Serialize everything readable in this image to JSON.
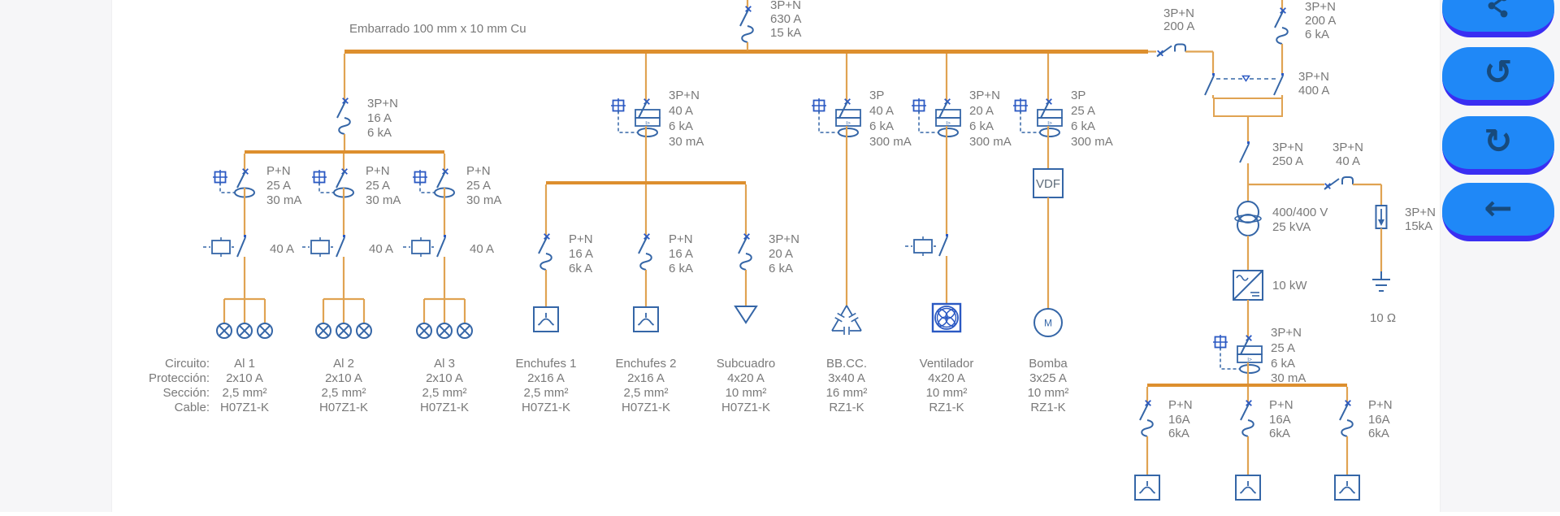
{
  "colors": {
    "bus": "#dd8f2e",
    "wire": "#e0a352",
    "sym": "#3566a7",
    "accent": "#2b59c3",
    "text": "#797979",
    "vdf_text": "#5d6b79",
    "button": "#1f88f7",
    "button_edge": "#3a2ef2",
    "icon": "#174a7c",
    "gutter": "#f6f6f8"
  },
  "diagram": {
    "busbar_label": "Embarrado 100 mm x 10 mm Cu",
    "incomer": [
      "3P+N",
      "630 A",
      "15 kA"
    ],
    "marks": {
      "relay": "I>",
      "motor": "M"
    },
    "lighting": {
      "feeder": [
        "3P+N",
        "16 A",
        "6 kA"
      ],
      "rcd": [
        "P+N",
        "25 A",
        "30 mA"
      ],
      "contactor": "40 A"
    },
    "sockets": {
      "feeder": [
        "3P+N",
        "40 A",
        "6 kA",
        "30 mA"
      ],
      "branches": [
        [
          "P+N",
          "16 A",
          "6k A"
        ],
        [
          "P+N",
          "16 A",
          "6 kA"
        ],
        [
          "3P+N",
          "20 A",
          "6 kA"
        ]
      ]
    },
    "motors": [
      {
        "label": [
          "3P",
          "40 A",
          "6 kA",
          "300 mA"
        ],
        "load": "capacitor-bank"
      },
      {
        "label": [
          "3P+N",
          "20 A",
          "6 kA",
          "300 mA"
        ],
        "load": "fan"
      },
      {
        "label": [
          "3P",
          "25 A",
          "6 kA",
          "300 mA"
        ],
        "load": "motor",
        "box": "VDF"
      }
    ],
    "right": {
      "grid_switch": [
        "3P+N",
        "200 A"
      ],
      "gen_incomer": [
        "3P+N",
        "200 A",
        "6 kA"
      ],
      "transfer": [
        "3P+N",
        "400 A"
      ],
      "main_switch": [
        "3P+N",
        "250 A"
      ],
      "spd_switch": [
        "3P+N",
        "40 A"
      ],
      "spd": [
        "3P+N",
        "15kA"
      ],
      "earth": "10 Ω",
      "transformer": [
        "400/400 V",
        "25 kVA"
      ],
      "inverter": "10 kW",
      "rcbo": [
        "3P+N",
        "25 A",
        "6 kA",
        "30 mA"
      ],
      "branches": [
        [
          "P+N",
          "16A",
          "6kA"
        ],
        [
          "P+N",
          "16A",
          "6kA"
        ],
        [
          "P+N",
          "16A",
          "6kA"
        ]
      ]
    },
    "table": {
      "row_labels": [
        "Circuito:",
        "Protección:",
        "Sección:",
        "Cable:"
      ],
      "columns": [
        {
          "name": "Al 1",
          "prot": "2x10 A",
          "sec": "2,5 mm²",
          "cable": "H07Z1-K"
        },
        {
          "name": "Al 2",
          "prot": "2x10 A",
          "sec": "2,5 mm²",
          "cable": "H07Z1-K"
        },
        {
          "name": "Al 3",
          "prot": "2x10 A",
          "sec": "2,5 mm²",
          "cable": "H07Z1-K"
        },
        {
          "name": "Enchufes 1",
          "prot": "2x16 A",
          "sec": "2,5 mm²",
          "cable": "H07Z1-K"
        },
        {
          "name": "Enchufes 2",
          "prot": "2x16 A",
          "sec": "2,5 mm²",
          "cable": "H07Z1-K"
        },
        {
          "name": "Subcuadro",
          "prot": "4x20 A",
          "sec": "10 mm²",
          "cable": "H07Z1-K"
        },
        {
          "name": "BB.CC.",
          "prot": "3x40 A",
          "sec": "16 mm²",
          "cable": "RZ1-K"
        },
        {
          "name": "Ventilador",
          "prot": "4x20 A",
          "sec": "10 mm²",
          "cable": "RZ1-K"
        },
        {
          "name": "Bomba",
          "prot": "3x25 A",
          "sec": "10 mm²",
          "cable": "RZ1-K"
        }
      ]
    }
  },
  "toolbar": {
    "buttons": [
      {
        "name": "share"
      },
      {
        "name": "undo",
        "glyph": "↺"
      },
      {
        "name": "redo",
        "glyph": "↻"
      },
      {
        "name": "back",
        "glyph": "←"
      }
    ]
  }
}
